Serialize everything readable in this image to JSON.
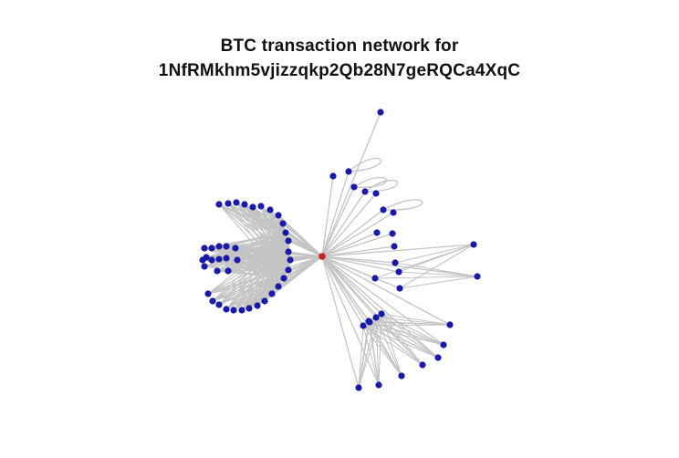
{
  "title": {
    "line1": "BTC transaction network for",
    "line2": "1NfRMkhm5vjizzqkp2Qb28N7geRQCa4XqC"
  },
  "colors": {
    "center_node": "#cc1f1f",
    "node": "#1a1aa6",
    "edge": "#c4c4c4"
  },
  "graph": {
    "center_count": 1,
    "peer_count": 79
  }
}
